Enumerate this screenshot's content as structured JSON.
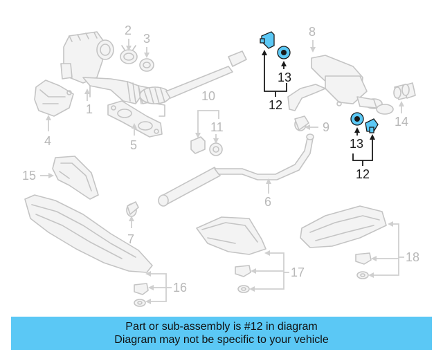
{
  "callouts": {
    "c1": "1",
    "c2": "2",
    "c3": "3",
    "c4": "4",
    "c5": "5",
    "c6": "6",
    "c7": "7",
    "c8": "8",
    "c9": "9",
    "c10": "10",
    "c11": "11",
    "c12a": "12",
    "c12b": "12",
    "c13a": "13",
    "c13b": "13",
    "c14": "14",
    "c15": "15",
    "c16": "16",
    "c17": "17",
    "c18": "18"
  },
  "highlight": {
    "part_number": "12",
    "color": "#5bc8f5"
  },
  "footer": {
    "line1": "Part or sub-assembly is #12 in diagram",
    "line2": "Diagram may not be specific to your vehicle",
    "background": "#5bc8f5"
  }
}
